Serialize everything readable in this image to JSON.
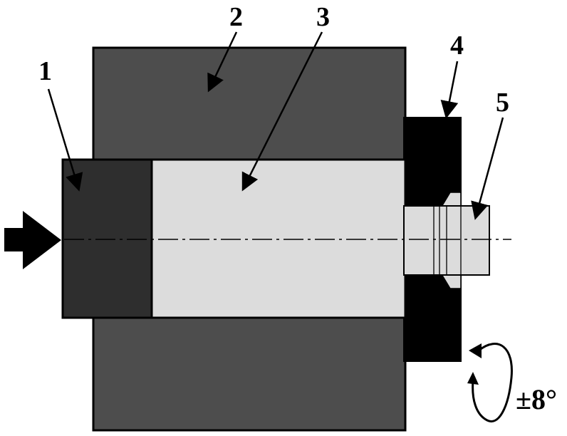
{
  "colors": {
    "housing": "#4d4d4d",
    "punch": "#2e2e2e",
    "billet": "#dcdcdc",
    "die": "#000000",
    "extrudate": "#dcdcdc",
    "outline": "#000000",
    "background": "#ffffff"
  },
  "labels": {
    "c1": "1",
    "c2": "2",
    "c3": "3",
    "c4": "4",
    "c5": "5",
    "rotation": "±8°"
  },
  "icons": {
    "force_arrow": "arrow-right-icon",
    "rotation": "rotation-arrows-icon"
  }
}
